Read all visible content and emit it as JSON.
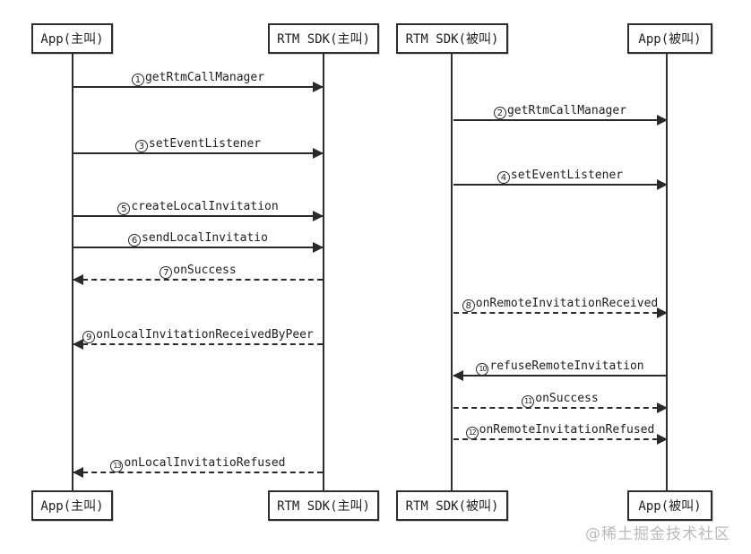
{
  "diagram": {
    "actors": [
      {
        "id": "app-caller",
        "label": "App(主叫)"
      },
      {
        "id": "rtm-sdk-caller",
        "label": "RTM SDK(主叫)"
      },
      {
        "id": "rtm-sdk-callee",
        "label": "RTM SDK(被叫)"
      },
      {
        "id": "app-callee",
        "label": "App(被叫)"
      }
    ],
    "messages": [
      {
        "num": "1",
        "label": "getRtmCallManager",
        "from": "App(主叫)",
        "to": "RTM SDK(主叫)",
        "line": "solid"
      },
      {
        "num": "2",
        "label": "getRtmCallManager",
        "from": "RTM SDK(被叫)",
        "to": "App(被叫)",
        "line": "solid"
      },
      {
        "num": "3",
        "label": "setEventListener",
        "from": "App(主叫)",
        "to": "RTM SDK(主叫)",
        "line": "solid"
      },
      {
        "num": "4",
        "label": "setEventListener",
        "from": "RTM SDK(被叫)",
        "to": "App(被叫)",
        "line": "solid"
      },
      {
        "num": "5",
        "label": "createLocalInvitation",
        "from": "App(主叫)",
        "to": "RTM SDK(主叫)",
        "line": "solid"
      },
      {
        "num": "6",
        "label": "sendLocalInvitatio",
        "from": "App(主叫)",
        "to": "RTM SDK(主叫)",
        "line": "solid"
      },
      {
        "num": "7",
        "label": "onSuccess",
        "from": "RTM SDK(主叫)",
        "to": "App(主叫)",
        "line": "dashed"
      },
      {
        "num": "8",
        "label": "onRemoteInvitationReceived",
        "from": "RTM SDK(被叫)",
        "to": "App(被叫)",
        "line": "dashed"
      },
      {
        "num": "9",
        "label": "onLocalInvitationReceivedByPeer",
        "from": "RTM SDK(主叫)",
        "to": "App(主叫)",
        "line": "dashed"
      },
      {
        "num": "10",
        "label": "refuseRemoteInvitation",
        "from": "App(被叫)",
        "to": "RTM SDK(被叫)",
        "line": "solid"
      },
      {
        "num": "11",
        "label": "onSuccess",
        "from": "RTM SDK(被叫)",
        "to": "App(被叫)",
        "line": "dashed"
      },
      {
        "num": "12",
        "label": "onRemoteInvitationRefused",
        "from": "RTM SDK(被叫)",
        "to": "App(被叫)",
        "line": "dashed"
      },
      {
        "num": "13",
        "label": "onLocalInvitatioRefused",
        "from": "RTM SDK(主叫)",
        "to": "App(主叫)",
        "line": "dashed"
      }
    ],
    "watermark": "@稀土掘金技术社区",
    "colors": {
      "background": "#ffffff",
      "line": "#2a2a2a",
      "text": "#1e1e1e",
      "watermark": "#b9b9b9"
    }
  }
}
